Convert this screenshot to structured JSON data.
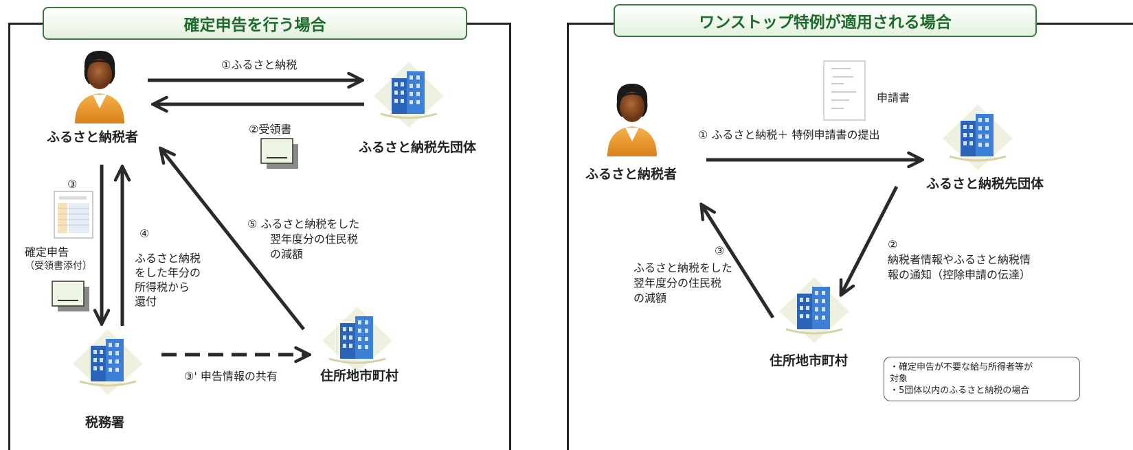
{
  "left": {
    "title": "確定申告を行う場合",
    "taxpayer": "ふるさと納税者",
    "donee": "ふるさと納税先団体",
    "tax_office": "税務署",
    "municipality": "住所地市町村",
    "step1": "①ふるさと納税",
    "step2": "②受領書",
    "step3_num": "③",
    "step3_lines": [
      "確定申告",
      "（受領書添付）"
    ],
    "step3b": "③' 申告情報の共有",
    "step4_num": "④",
    "step4_lines": [
      "ふるさと納税",
      "をした年分の",
      "所得税から",
      "還付"
    ],
    "step5_lines": [
      "⑤  ふるさと納税をした",
      "翌年度分の住民税",
      "の減額"
    ]
  },
  "right": {
    "title": "ワンストップ特例が適用される場合",
    "taxpayer": "ふるさと納税者",
    "donee": "ふるさと納税先団体",
    "municipality": "住所地市町村",
    "application_form": "申請書",
    "step1": "①  ふるさと納税＋  特例申請書の提出",
    "step2_num": "②",
    "step2_lines": [
      "納税者情報やふるさと納税情",
      "報の通知（控除申請の伝達）"
    ],
    "step3_num": "③",
    "step3_lines": [
      "ふるさと納税をした",
      "翌年度分の住民税",
      "の減額"
    ],
    "note_lines": [
      "・確定申告が不要な給与所得者等が",
      "対象",
      "・5団体以内のふるさと納税の場合"
    ]
  },
  "colors": {
    "title_green": "#1d6b2a",
    "arrow": "#2a2a2a",
    "building_blue": "#2a63b8"
  }
}
